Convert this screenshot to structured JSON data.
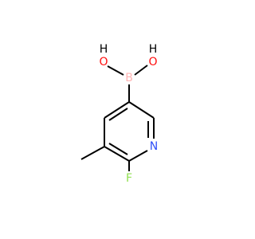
{
  "molecule": {
    "atoms": [
      {
        "id": "O1",
        "symbol": "O",
        "label_top": "H",
        "label_bottom": "O",
        "color": "#FF0D0D",
        "h_color": "#000000"
      },
      {
        "id": "O2",
        "symbol": "O",
        "label_top": "H",
        "label_bottom": "O",
        "color": "#FF0D0D",
        "h_color": "#000000"
      },
      {
        "id": "B",
        "symbol": "B",
        "label": "B",
        "color": "#FFB5B5"
      },
      {
        "id": "N",
        "symbol": "N",
        "label": "N",
        "color": "#3050F8"
      },
      {
        "id": "F",
        "symbol": "F",
        "label": "F",
        "color": "#90E050"
      }
    ]
  }
}
